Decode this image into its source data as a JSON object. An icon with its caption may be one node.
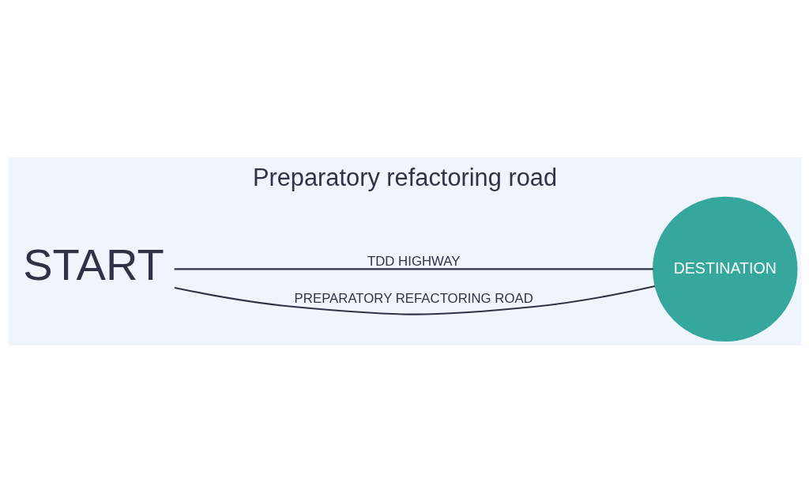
{
  "diagram": {
    "title": "Preparatory refactoring road",
    "nodes": [
      {
        "text": [
          "START"
        ]
      },
      {
        "text": [
          "DESTINATION"
        ]
      }
    ],
    "edges": [
      {
        "from": 0,
        "to": 1,
        "arrow": "none",
        "label": "TDD HIGHWAY"
      },
      {
        "from": 0,
        "to": 1,
        "arrow": "none",
        "label": "PREPARATORY REFACTORING ROAD"
      }
    ]
  }
}
